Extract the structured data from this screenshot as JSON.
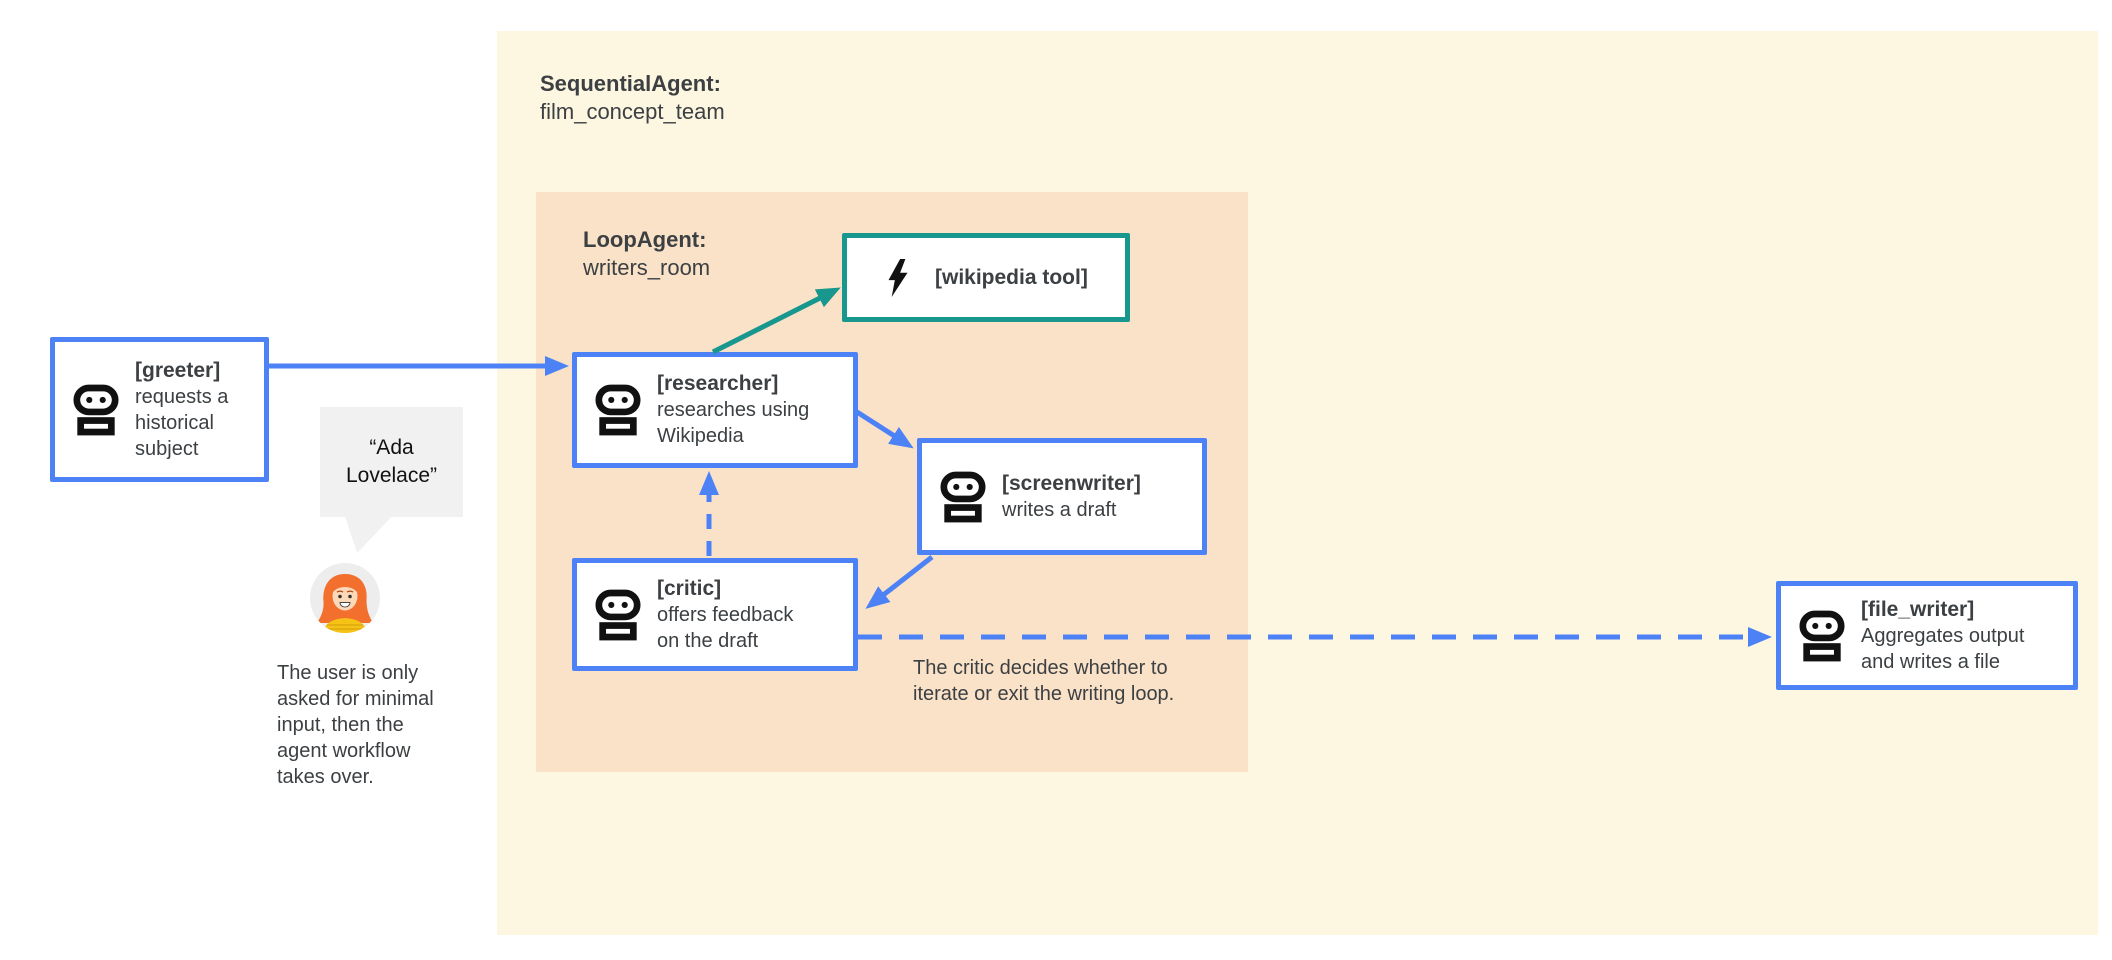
{
  "groups": {
    "sequential": {
      "title": "SequentialAgent:",
      "name": "film_concept_team"
    },
    "loop": {
      "title": "LoopAgent:",
      "name": "writers_room"
    }
  },
  "nodes": {
    "greeter": {
      "title": "[greeter]",
      "lines": [
        "requests a",
        "historical",
        "subject"
      ]
    },
    "researcher": {
      "title": "[researcher]",
      "lines": [
        "researches using",
        "Wikipedia"
      ]
    },
    "wikipedia_tool": {
      "title": "[wikipedia tool]"
    },
    "screenwriter": {
      "title": "[screenwriter]",
      "lines": [
        "writes a draft"
      ]
    },
    "critic": {
      "title": "[critic]",
      "lines": [
        "offers feedback",
        "on the draft"
      ]
    },
    "file_writer": {
      "title": "[file_writer]",
      "lines": [
        "Aggregates output",
        "and writes a file"
      ]
    }
  },
  "annotations": {
    "user_quote": {
      "lines": [
        "“Ada",
        "Lovelace”"
      ]
    },
    "user_note": {
      "lines": [
        "The user is only",
        "asked for minimal",
        "input, then the",
        "agent workflow",
        "takes over."
      ]
    },
    "loop_note": {
      "lines": [
        "The critic decides whether to",
        "iterate or exit the writing loop."
      ]
    }
  },
  "icons": {
    "robot": "robot-agent-icon",
    "lightning": "lightning-bolt-icon",
    "avatar": "user-avatar"
  },
  "colors": {
    "blue": "#4d82f6",
    "teal": "#17978e",
    "outer_bg": "#fdf7e2",
    "inner_bg": "#f9e2c8",
    "bubble_bg": "#f1f1f2",
    "text": "#3c4043"
  }
}
